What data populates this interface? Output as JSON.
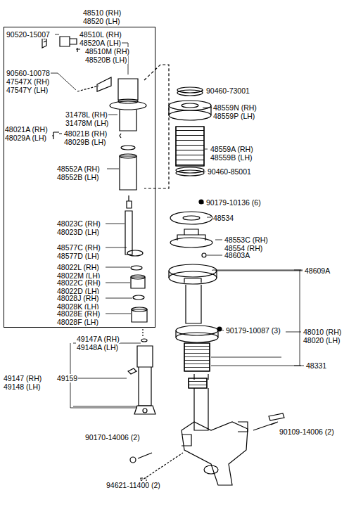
{
  "diagram": {
    "nodes": [
      {
        "text": [
          "48510 (RH) 48520 (LH)"
        ]
      }
    ],
    "labels": [
      "90520-15007",
      "48510L (RH)",
      "48520A (LH)",
      "48510M (RH)",
      "48520B (LH)",
      "90560-10078",
      "47547X (RH)",
      "47547Y (LH)",
      "31478L (RH)",
      "31478M (LH)",
      "48021A (RH)",
      "48029A (LH)",
      "48021B (RH)",
      "48029B (LH)",
      "48552A (RH)",
      "48552B (LH)",
      "48023C (RH)",
      "48023D (LH)",
      "48577C (RH)",
      "48577D (LH)",
      "48022L (RH)",
      "48022M (LH)",
      "48022C (RH)",
      "48022D (LH)",
      "48028J (RH)",
      "48028K (LH)",
      "48028E (RH)",
      "48028F (LH)",
      "49147A (RH)",
      "49148A (LH)",
      "49147 (RH)",
      "49148 (LH)",
      "49159",
      "90170-14006 (2)",
      "94621-11400 (2)",
      "90109-14006 (2)",
      "90460-73001",
      "48559N (RH)",
      "48559P (LH)",
      "48559A (RH)",
      "48559B (LH)",
      "90460-85001",
      "90179-10136 (6)",
      "48534",
      "48553C (RH)",
      "48554  (RH)",
      "48603A",
      "48609A",
      "90179-10087 (3)",
      "48010 (RH)",
      "48020 (LH)",
      "48331"
    ]
  }
}
